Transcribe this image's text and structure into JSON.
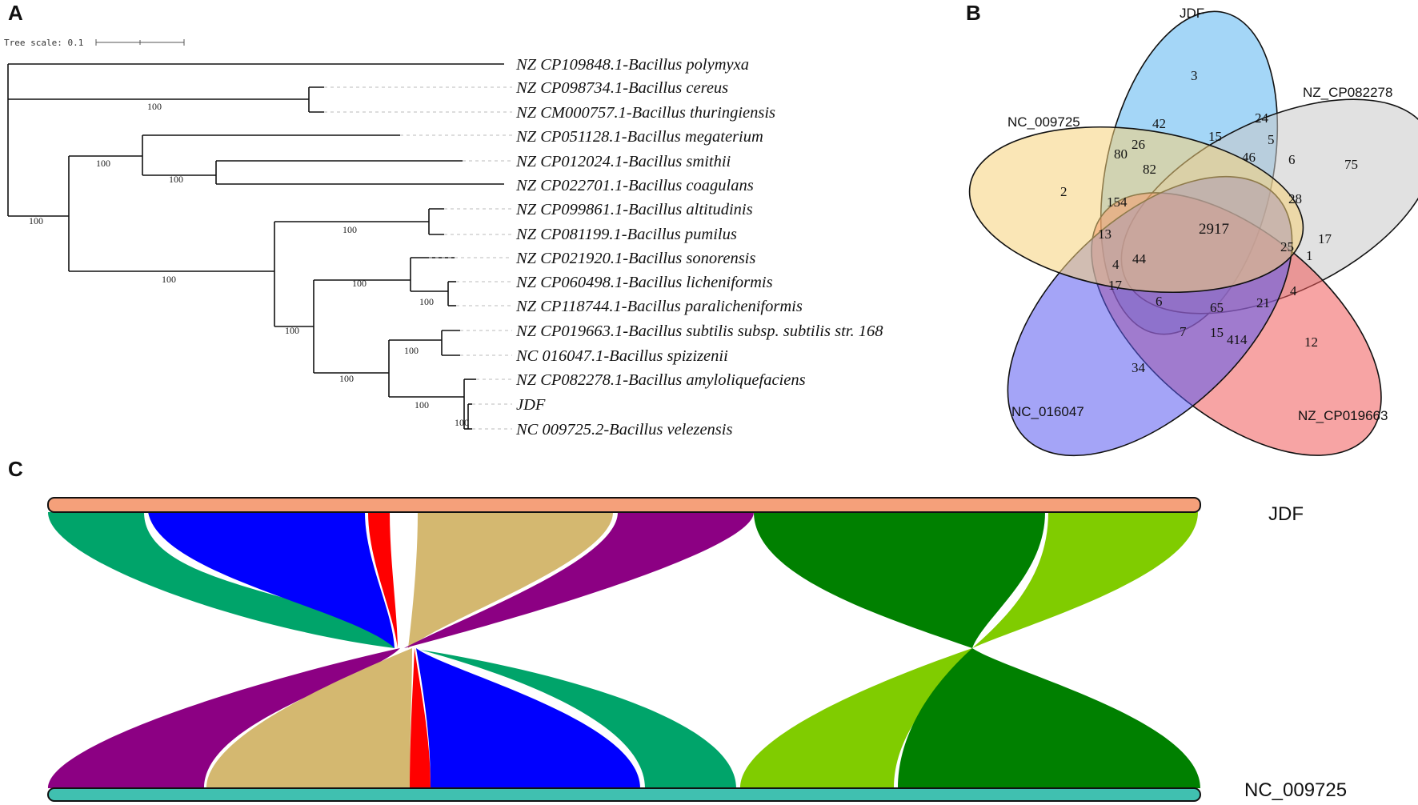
{
  "panels": {
    "a": "A",
    "b": "B",
    "c": "C"
  },
  "tree": {
    "scale_label": "Tree scale: 0.1",
    "taxa": [
      "NZ CP109848.1-Bacillus polymyxa",
      "NZ CP098734.1-Bacillus cereus",
      "NZ CM000757.1-Bacillus thuringiensis",
      "NZ CP051128.1-Bacillus megaterium",
      "NZ CP012024.1-Bacillus smithii",
      "NZ CP022701.1-Bacillus coagulans",
      "NZ CP099861.1-Bacillus altitudinis",
      "NZ CP081199.1-Bacillus pumilus",
      "NZ CP021920.1-Bacillus sonorensis",
      "NZ CP060498.1-Bacillus licheniformis",
      "NZ CP118744.1-Bacillus paralicheniformis",
      "NZ CP019663.1-Bacillus subtilis subsp. subtilis str. 168",
      "NC 016047.1-Bacillus spizizenii",
      "NZ CP082278.1-Bacillus amyloliquefaciens",
      "JDF",
      "NC 009725.2-Bacillus velezensis"
    ],
    "bootstrap": "100"
  },
  "venn": {
    "sets": [
      "JDF",
      "NZ_CP082278",
      "NZ_CP019663",
      "NC_016047",
      "NC_009725"
    ],
    "colors": [
      "#5ab4f0",
      "#c8c8c8",
      "#f05a5a",
      "#5a5af0",
      "#f5d27a"
    ],
    "numbers": [
      "3",
      "75",
      "12",
      "34",
      "2",
      "42",
      "24",
      "15",
      "5",
      "46",
      "6",
      "80",
      "26",
      "82",
      "154",
      "28",
      "2917",
      "13",
      "25",
      "17",
      "1",
      "44",
      "4",
      "17",
      "4",
      "6",
      "65",
      "21",
      "7",
      "15",
      "414"
    ]
  },
  "synteny": {
    "genome_top": "JDF",
    "genome_bottom": "NC_009725",
    "block_colors": {
      "teal": "#00a46a",
      "blue": "#0000ff",
      "red": "#ff0000",
      "tan": "#d4b870",
      "purple": "#8c0083",
      "dark_green": "#008000",
      "lime": "#80cc00"
    }
  }
}
